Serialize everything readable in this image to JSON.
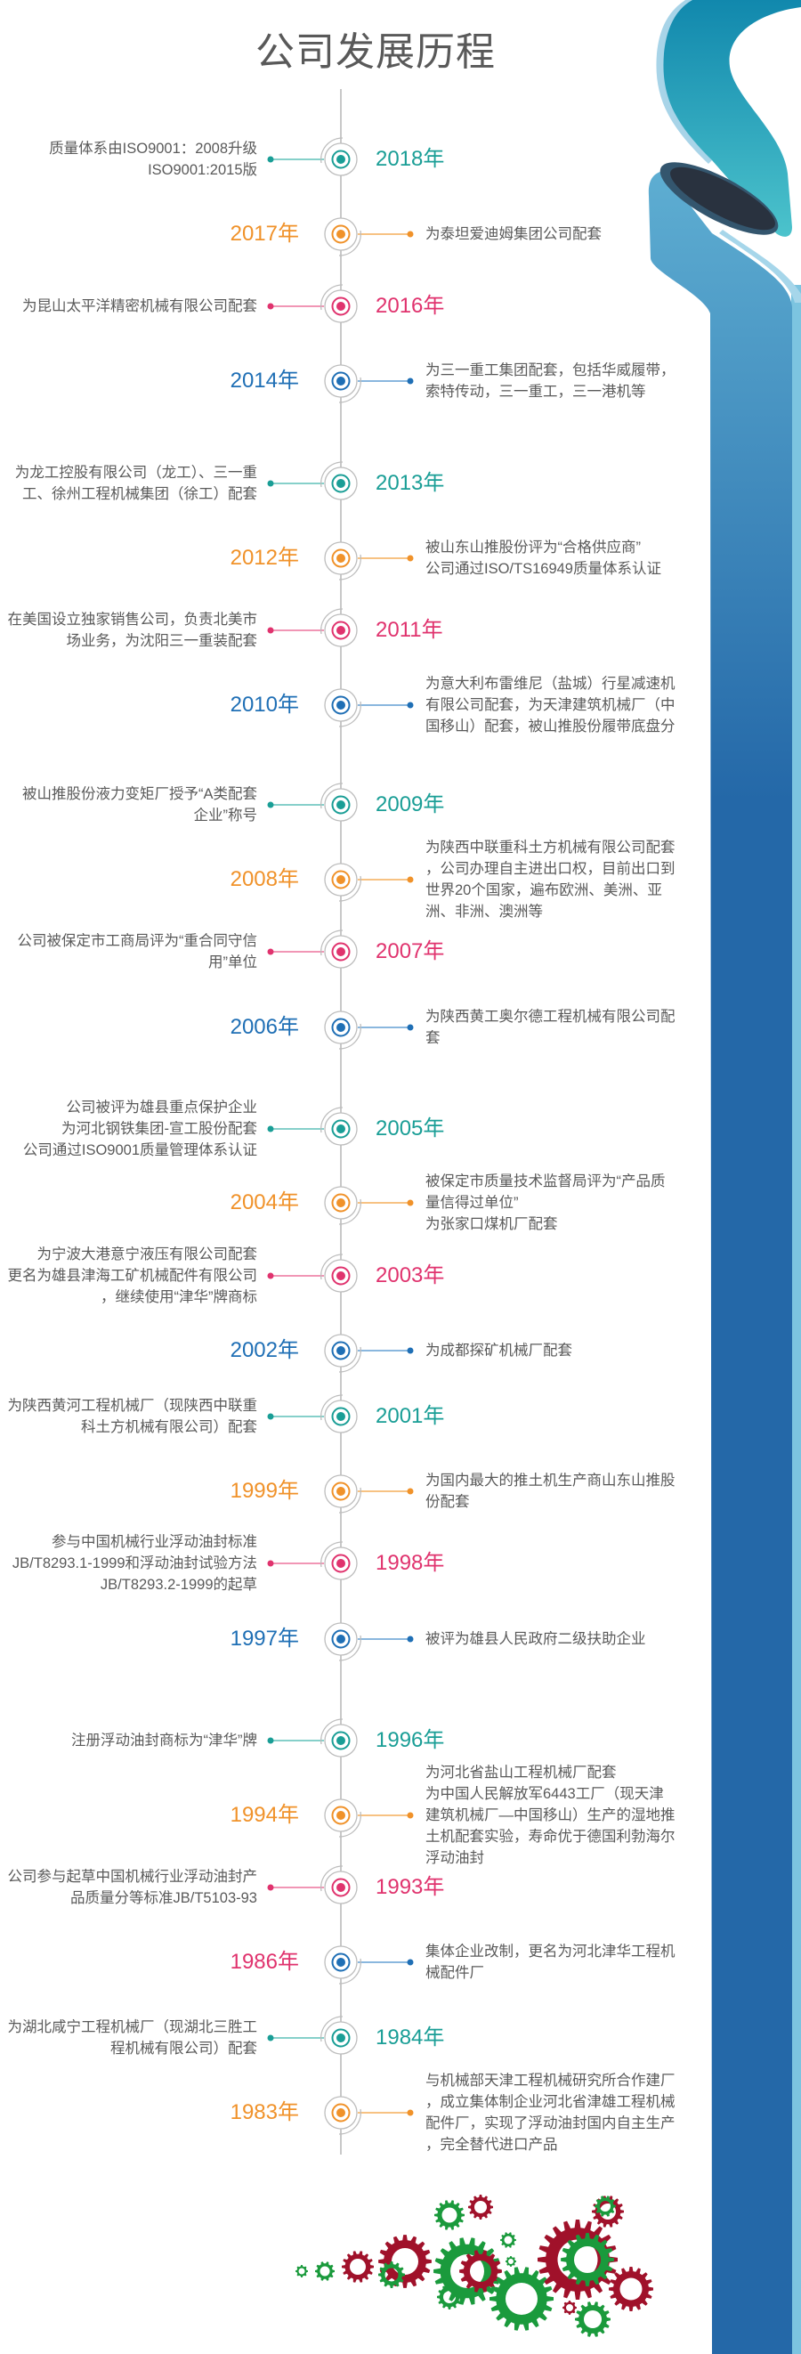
{
  "title": "公司发展历程",
  "colors": {
    "teal": "#1a9e96",
    "orange": "#f0922a",
    "pink": "#e0336e",
    "blue": "#1f6fb5"
  },
  "entries": [
    {
      "year": "2018年",
      "color": "teal",
      "side": "left",
      "lines": [
        "质量体系由ISO9001：2008升级",
        "ISO9001:2015版"
      ]
    },
    {
      "year": "2017年",
      "color": "orange",
      "side": "right",
      "lines": [
        "为泰坦爱迪姆集团公司配套"
      ]
    },
    {
      "year": "2016年",
      "color": "pink",
      "side": "left",
      "lines": [
        "为昆山太平洋精密机械有限公司配套"
      ]
    },
    {
      "year": "2014年",
      "color": "blue",
      "side": "right",
      "lines": [
        "为三一重工集团配套，包括华威履带，",
        "索特传动，三一重工，三一港机等"
      ]
    },
    {
      "year": "2013年",
      "color": "teal",
      "side": "left",
      "lines": [
        "为龙工控股有限公司（龙工）、三一重",
        "工、徐州工程机械集团（徐工）配套"
      ]
    },
    {
      "year": "2012年",
      "color": "orange",
      "side": "right",
      "lines": [
        "被山东山推股份评为“合格供应商”",
        "公司通过ISO/TS16949质量体系认证"
      ]
    },
    {
      "year": "2011年",
      "color": "pink",
      "side": "left",
      "lines": [
        "在美国设立独家销售公司，负责北美市",
        "场业务，为沈阳三一重装配套"
      ]
    },
    {
      "year": "2010年",
      "color": "blue",
      "side": "right",
      "lines": [
        "为意大利布雷维尼（盐城）行星减速机",
        "有限公司配套，为天津建筑机械厂（中",
        "国移山）配套，被山推股份履带底盘分"
      ]
    },
    {
      "year": "2009年",
      "color": "teal",
      "side": "left",
      "lines": [
        "被山推股份液力变矩厂授予“A类配套",
        "企业”称号"
      ]
    },
    {
      "year": "2008年",
      "color": "orange",
      "side": "right",
      "lines": [
        "为陕西中联重科土方机械有限公司配套",
        "，公司办理自主进出口权，目前出口到",
        "世界20个国家，遍布欧洲、美洲、亚",
        "洲、非洲、澳洲等"
      ]
    },
    {
      "year": "2007年",
      "color": "pink",
      "side": "left",
      "lines": [
        "公司被保定市工商局评为“重合同守信",
        "用”单位"
      ]
    },
    {
      "year": "2006年",
      "color": "blue",
      "side": "right",
      "lines": [
        "为陕西黄工奥尔德工程机械有限公司配",
        "套"
      ]
    },
    {
      "year": "2005年",
      "color": "teal",
      "side": "left",
      "lines": [
        "公司被评为雄县重点保护企业",
        "为河北钢铁集团-宣工股份配套",
        "公司通过ISO9001质量管理体系认证"
      ]
    },
    {
      "year": "2004年",
      "color": "orange",
      "side": "right",
      "lines": [
        "被保定市质量技术监督局评为“产品质",
        "量信得过单位”",
        "为张家口煤机厂配套"
      ]
    },
    {
      "year": "2003年",
      "color": "pink",
      "side": "left",
      "lines": [
        "为宁波大港意宁液压有限公司配套",
        "更名为雄县津海工矿机械配件有限公司",
        "，继续使用“津华”牌商标"
      ]
    },
    {
      "year": "2002年",
      "color": "blue",
      "side": "right",
      "lines": [
        "为成都探矿机械厂配套"
      ]
    },
    {
      "year": "2001年",
      "color": "teal",
      "side": "left",
      "lines": [
        "为陕西黄河工程机械厂（现陕西中联重",
        "科土方机械有限公司）配套"
      ]
    },
    {
      "year": "1999年",
      "color": "orange",
      "side": "right",
      "lines": [
        "为国内最大的推土机生产商山东山推股",
        "份配套"
      ]
    },
    {
      "year": "1998年",
      "color": "pink",
      "side": "left",
      "lines": [
        "参与中国机械行业浮动油封标准",
        "JB/T8293.1-1999和浮动油封试验方法",
        "JB/T8293.2-1999的起草"
      ]
    },
    {
      "year": "1997年",
      "color": "blue",
      "side": "right",
      "lines": [
        "被评为雄县人民政府二级扶助企业"
      ]
    },
    {
      "year": "1996年",
      "color": "teal",
      "side": "left",
      "lines": [
        "注册浮动油封商标为“津华”牌"
      ]
    },
    {
      "year": "1994年",
      "color": "orange",
      "side": "right",
      "lines": [
        "为河北省盐山工程机械厂配套",
        "为中国人民解放军6443工厂（现天津",
        "建筑机械厂—中国移山）生产的湿地推",
        "土机配套实验，寿命优于德国利勃海尔",
        "浮动油封"
      ]
    },
    {
      "year": "1993年",
      "color": "pink",
      "side": "left",
      "lines": [
        "公司参与起草中国机械行业浮动油封产",
        "品质量分等标准JB/T5103-93"
      ]
    },
    {
      "year": "1986年",
      "color": "blue",
      "year_color": "pink",
      "side": "right",
      "lines": [
        "集体企业改制，更名为河北津华工程机",
        "械配件厂"
      ]
    },
    {
      "year": "1984年",
      "color": "teal",
      "side": "left",
      "lines": [
        "为湖北咸宁工程机械厂（现湖北三胜工",
        "程机械有限公司）配套"
      ]
    },
    {
      "year": "1983年",
      "color": "orange",
      "side": "right",
      "lines": [
        "与机械部天津工程机械研究所合作建厂",
        "，成立集体制企业河北省津雄工程机械",
        "配件厂，实现了浮动油封国内自主生产",
        "，完全替代进口产品"
      ]
    }
  ]
}
